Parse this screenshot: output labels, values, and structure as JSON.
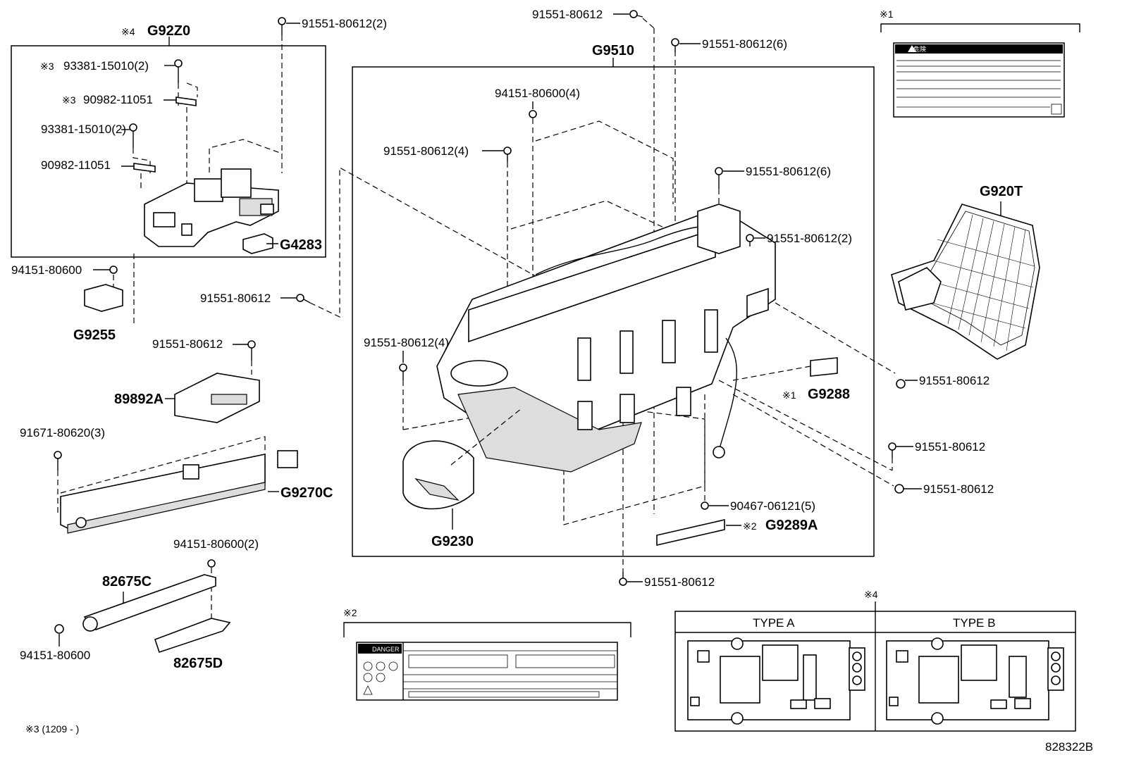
{
  "labels": {
    "g92z0_mark": "※4",
    "g92z0": "G92Z0",
    "p_93381_a_mark": "※3",
    "p_93381_a": "93381-15010(2)",
    "p_90982_a_mark": "※3",
    "p_90982_a": "90982-11051",
    "p_93381_b": "93381-15010(2)",
    "p_90982_b": "90982-11051",
    "g4283": "G4283",
    "p_94151_l": "94151-80600",
    "g9255": "G9255",
    "p_91551_top": "91551-80612(2)",
    "p_91551_mid_left": "91551-80612",
    "p_91551_8989": "91551-80612",
    "p_89892a": "89892A",
    "p_91671": "91671-80620(3)",
    "g9270c": "G9270C",
    "p_94151_2": "94151-80600(2)",
    "p_82675c": "82675C",
    "p_94151_bl": "94151-80600",
    "p_82675d": "82675D",
    "note3": "※3 (1209 -     )",
    "p_91551_top_center": "91551-80612",
    "p_91551_6a": "91551-80612(6)",
    "g9510": "G9510",
    "p_94151_4": "94151-80600(4)",
    "p_91551_4a": "91551-80612(4)",
    "p_91551_6b": "91551-80612(6)",
    "p_91551_2b": "91551-80612(2)",
    "p_91551_4b": "91551-80612(4)",
    "g9288_mark": "※1",
    "g9288": "G9288",
    "g9230": "G9230",
    "p_90467": "90467-06121(5)",
    "g9289a_mark": "※2",
    "g9289a": "G9289A",
    "p_91551_bottom": "91551-80612",
    "note1_mark": "※1",
    "g920t": "G920T",
    "p_91551_r1": "91551-80612",
    "p_91551_r2": "91551-80612",
    "p_91551_r3": "91551-80612",
    "note2_mark": "※2",
    "note4_mark": "※4",
    "type_a": "TYPE A",
    "type_b": "TYPE B",
    "label2_danger": "DANGER",
    "label1_title": "危険",
    "drawing_no": "828322B"
  }
}
